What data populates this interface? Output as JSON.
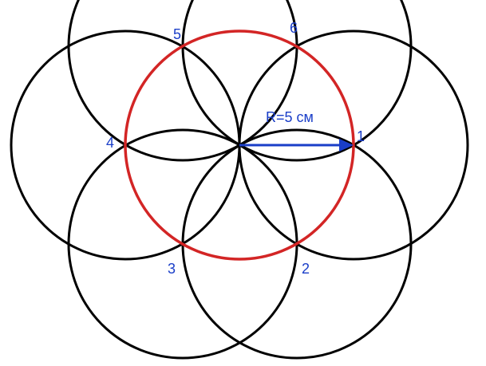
{
  "diagram": {
    "radius_label": "R=5 см",
    "points": [
      {
        "label": "1"
      },
      {
        "label": "2"
      },
      {
        "label": "3"
      },
      {
        "label": "4"
      },
      {
        "label": "5"
      },
      {
        "label": "6"
      }
    ],
    "colors": {
      "center_circle": "#d32525",
      "outer_circles": "#000000",
      "radius_arrow": "#1a3ec8",
      "labels": "#1a3ec8"
    }
  }
}
